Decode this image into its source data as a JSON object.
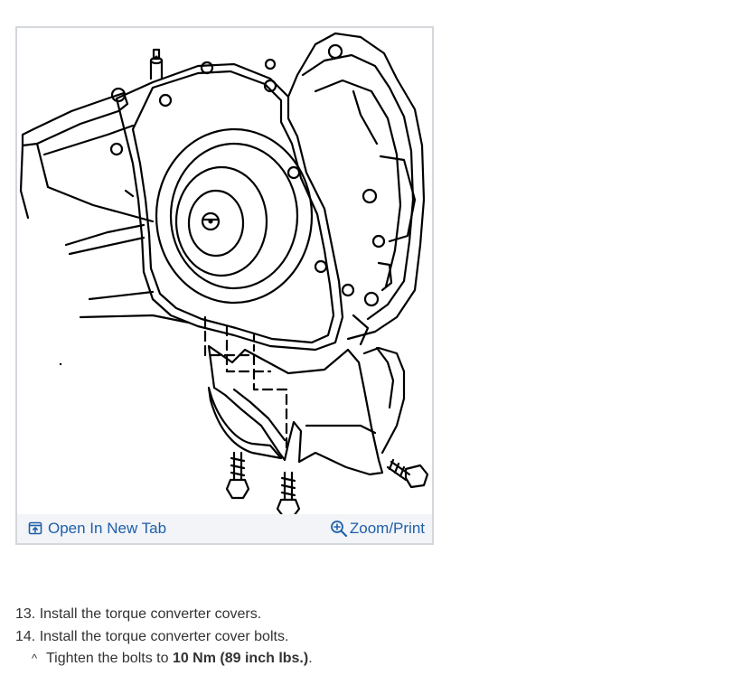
{
  "figure": {
    "toolbar": {
      "open_label": "Open In New Tab",
      "open_icon": "open-in-new-tab-icon",
      "zoom_label": "Zoom/Print",
      "zoom_icon": "zoom-in-icon",
      "link_color": "#1e5fa8"
    }
  },
  "steps": [
    {
      "number": "13.",
      "text": "Install the torque converter covers."
    },
    {
      "number": "14.",
      "text": "Install the torque converter cover bolts."
    }
  ],
  "substep": {
    "marker": "^",
    "text_before": "Tighten the bolts to ",
    "value": "10 Nm (89 inch lbs.)",
    "text_after": "."
  }
}
